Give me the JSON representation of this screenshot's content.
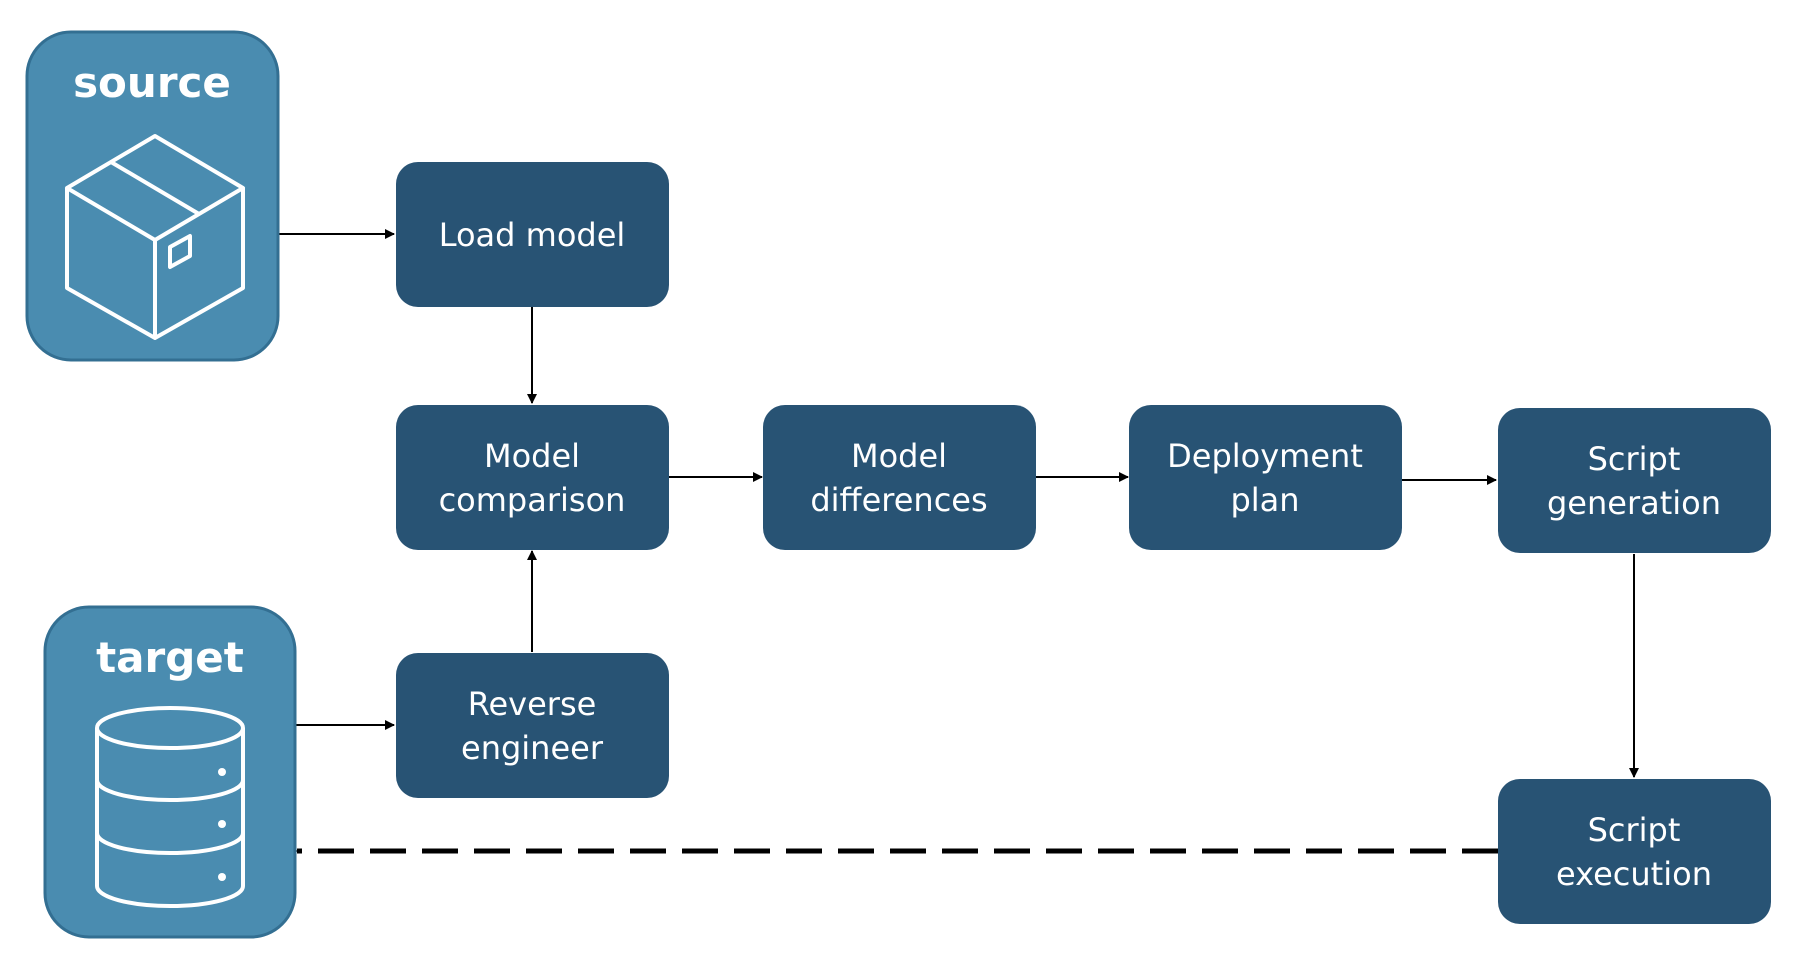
{
  "colors": {
    "process_fill": "#285374",
    "container_fill": "#4a8cb0",
    "container_stroke": "#336f92",
    "text": "#ffffff",
    "arrow": "#000000"
  },
  "containers": {
    "source": {
      "label": "source",
      "icon": "package-box-icon"
    },
    "target": {
      "label": "target",
      "icon": "database-icon"
    }
  },
  "nodes": {
    "load_model": {
      "lines": [
        "Load model"
      ]
    },
    "model_comparison": {
      "lines": [
        "Model",
        "comparison"
      ]
    },
    "model_differences": {
      "lines": [
        "Model",
        "differences"
      ]
    },
    "deployment_plan": {
      "lines": [
        "Deployment",
        "plan"
      ]
    },
    "script_generation": {
      "lines": [
        "Script",
        "generation"
      ]
    },
    "reverse_engineer": {
      "lines": [
        "Reverse",
        "engineer"
      ]
    },
    "script_execution": {
      "lines": [
        "Script",
        "execution"
      ]
    }
  },
  "edges": [
    {
      "from": "source",
      "to": "load_model",
      "style": "solid"
    },
    {
      "from": "load_model",
      "to": "model_comparison",
      "style": "solid"
    },
    {
      "from": "reverse_engineer",
      "to": "model_comparison",
      "style": "solid"
    },
    {
      "from": "target",
      "to": "reverse_engineer",
      "style": "solid"
    },
    {
      "from": "model_comparison",
      "to": "model_differences",
      "style": "solid"
    },
    {
      "from": "model_differences",
      "to": "deployment_plan",
      "style": "solid"
    },
    {
      "from": "deployment_plan",
      "to": "script_generation",
      "style": "solid"
    },
    {
      "from": "script_generation",
      "to": "script_execution",
      "style": "solid"
    },
    {
      "from": "script_execution",
      "to": "target",
      "style": "dashed"
    }
  ]
}
